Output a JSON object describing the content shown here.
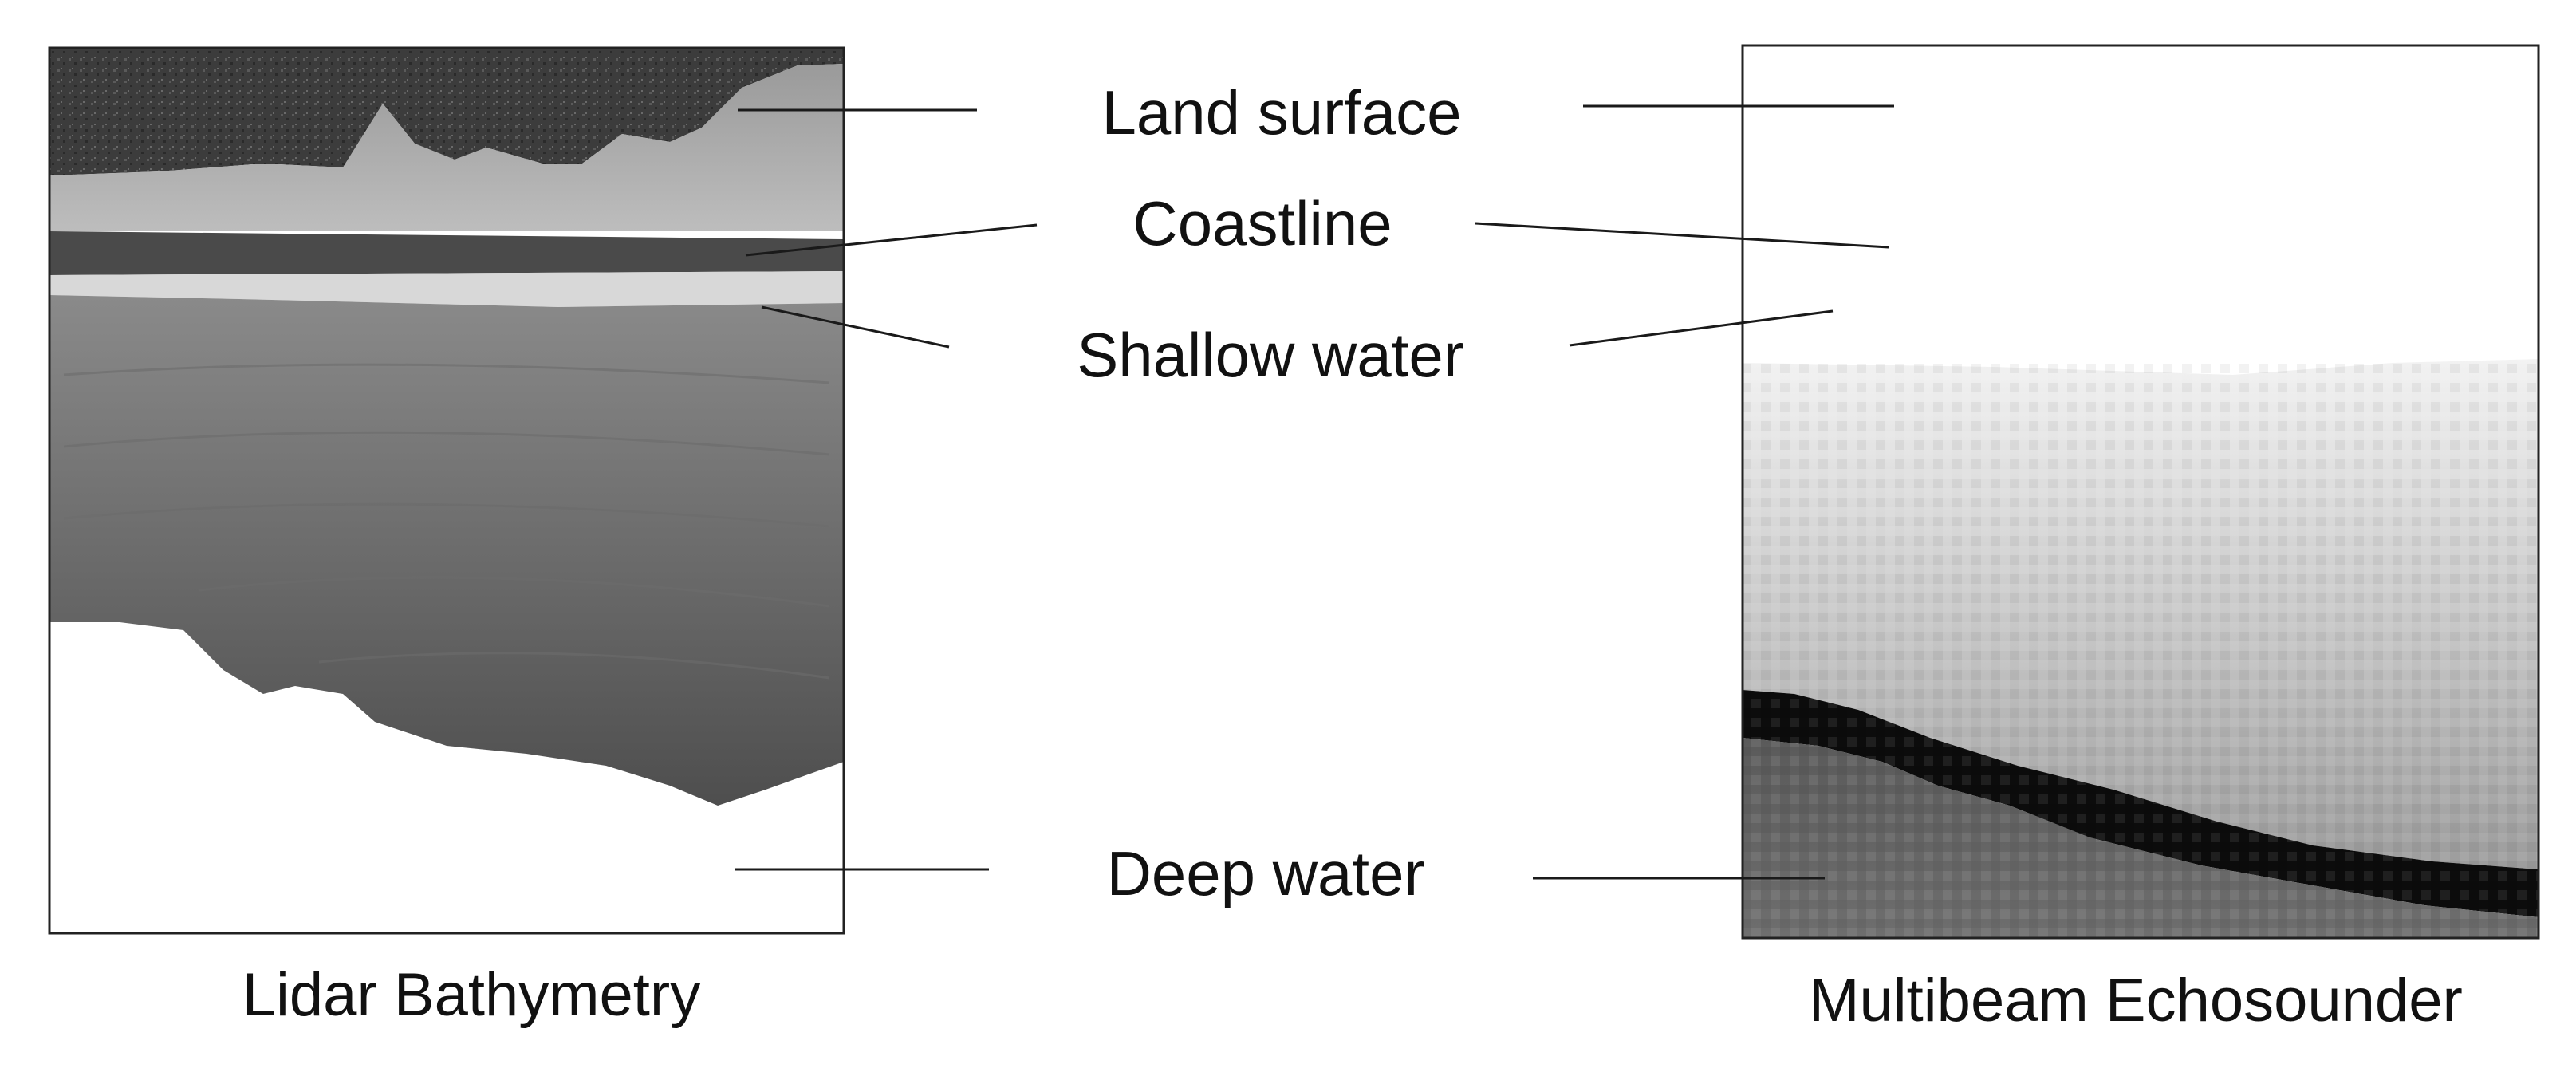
{
  "labels": {
    "land": "Land surface",
    "coast": "Coastline",
    "shallow": "Shallow water",
    "deep": "Deep water"
  },
  "panels": {
    "left_caption": "Lidar Bathymetry",
    "right_caption": "Multibeam Echosounder"
  },
  "colors": {
    "frame": "#222222",
    "line": "#1a1a1a",
    "lidar_dark": "#3a3a3a",
    "lidar_mid": "#6a6a6a",
    "lidar_light": "#cfcfcf",
    "multibeam_light": "#e4e4e4",
    "multibeam_dark": "#0c0c0c"
  }
}
